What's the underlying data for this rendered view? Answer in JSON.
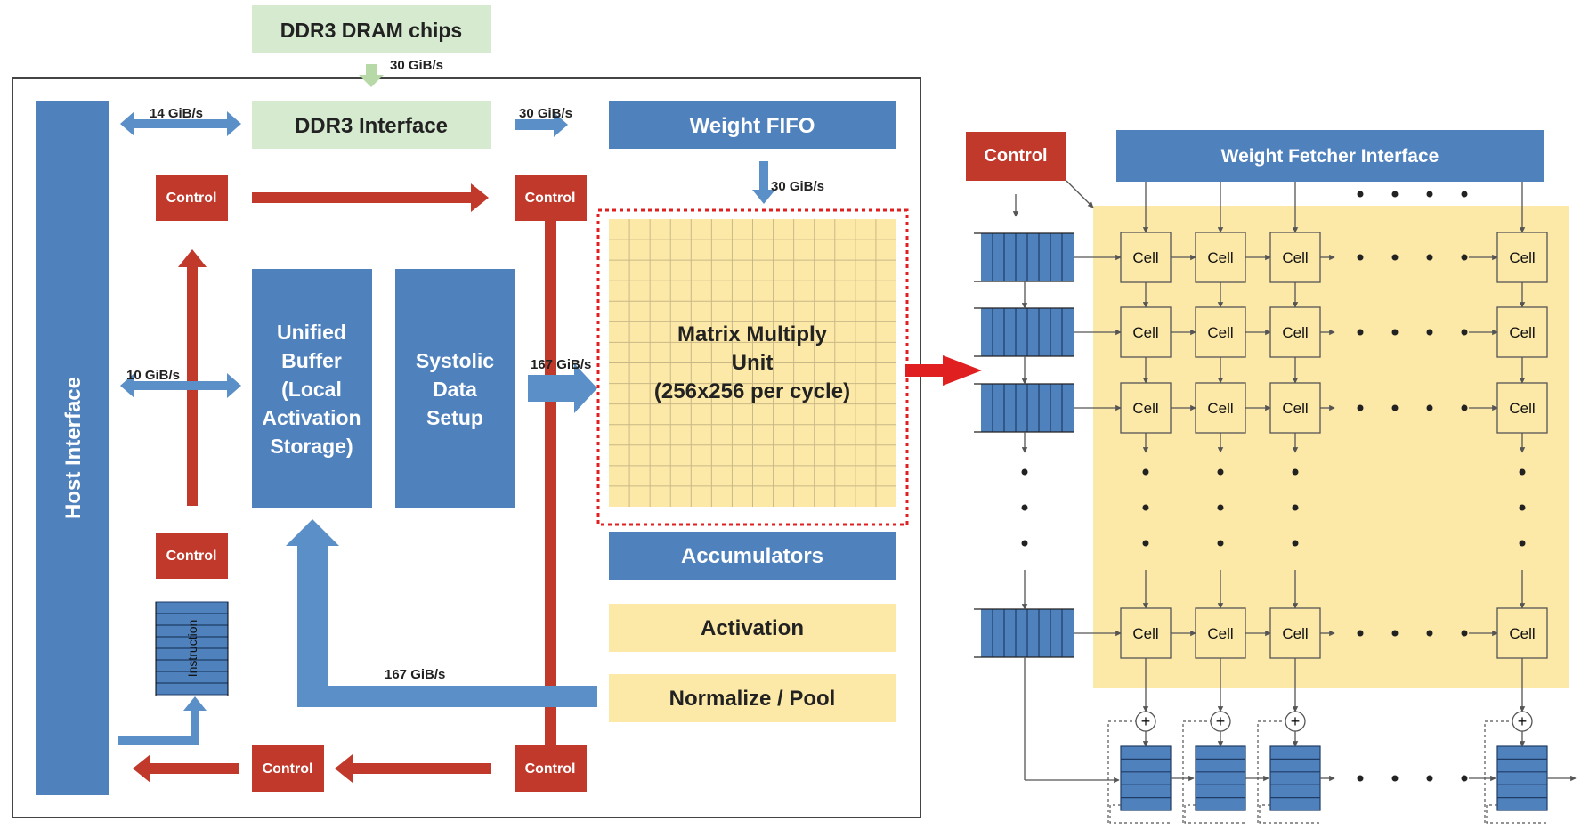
{
  "colors": {
    "blue": "#4f81bd",
    "blue_arrow": "#5b8fc7",
    "red": "#c0392b",
    "green": "#d6ead0",
    "yellow": "#fde9a7",
    "yellow_grid": "#fbe3a0",
    "dotted_red": "#e02020"
  },
  "left": {
    "dram_chips": "DDR3 DRAM chips",
    "ddr3_interface": "DDR3 Interface",
    "weight_fifo": "Weight FIFO",
    "host_interface": "Host Interface",
    "unified_buffer": [
      "Unified",
      "Buffer",
      "(Local",
      "Activation",
      "Storage)"
    ],
    "systolic": [
      "Systolic",
      "Data",
      "Setup"
    ],
    "mmu": [
      "Matrix Multiply",
      "Unit",
      "(256x256 per cycle)"
    ],
    "accumulators": "Accumulators",
    "activation": "Activation",
    "normalize_pool": "Normalize / Pool",
    "control": "Control",
    "instruction": "Instruction",
    "bw_dram": "30 GiB/s",
    "bw_host_ddr": "14 GiB/s",
    "bw_ddr_fifo": "30 GiB/s",
    "bw_fifo_mmu": "30 GiB/s",
    "bw_host_ub": "10 GiB/s",
    "bw_systolic_mmu": "167 GiB/s",
    "bw_return": "167 GiB/s"
  },
  "right": {
    "control": "Control",
    "weight_fetcher": "Weight Fetcher Interface",
    "cell": "Cell",
    "plus": "+"
  }
}
